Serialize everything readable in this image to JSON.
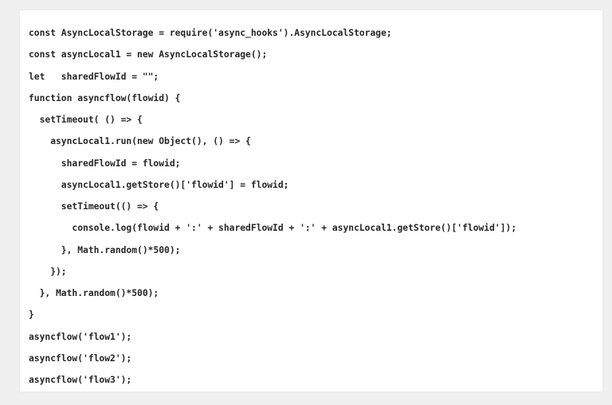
{
  "colors": {
    "page_background": "#f0f0f0",
    "card_background": "#ffffff",
    "code_text": "#262626"
  },
  "code": {
    "language": "javascript",
    "lines": [
      "const AsyncLocalStorage = require('async_hooks').AsyncLocalStorage;",
      "const asyncLocal1 = new AsyncLocalStorage();",
      "let   sharedFlowId = \"\";",
      "function asyncflow(flowid) {",
      "  setTimeout( () => {",
      "    asyncLocal1.run(new Object(), () => {",
      "      sharedFlowId = flowid;",
      "      asyncLocal1.getStore()['flowid'] = flowid;",
      "      setTimeout(() => {",
      "        console.log(flowid + ':' + sharedFlowId + ':' + asyncLocal1.getStore()['flowid']);",
      "      }, Math.random()*500);",
      "    });",
      "  }, Math.random()*500);",
      "}",
      "asyncflow('flow1');",
      "asyncflow('flow2');",
      "asyncflow('flow3');"
    ]
  }
}
